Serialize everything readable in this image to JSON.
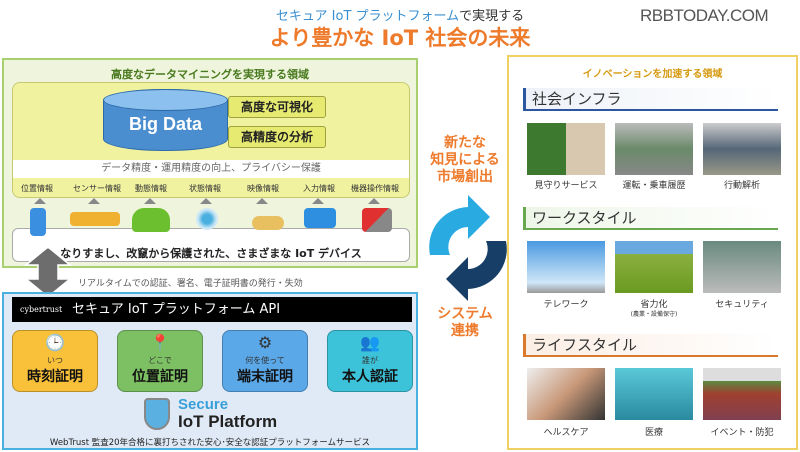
{
  "header": {
    "title_blue": "セキュア IoT プラットフォーム",
    "title_rest": "で実現する",
    "title_main": "より豊かな IoT 社会の未来",
    "site_logo": "RBBTODAY.COM"
  },
  "left_panel": {
    "heading": "高度なデータマイニングを実現する領域",
    "big_data": "Big Data",
    "labels": [
      "高度な可視化",
      "高精度の分析"
    ],
    "band": "データ精度・運用精度の向上、プライバシー保護",
    "info": [
      "位置情報",
      "センサー情報",
      "動態情報",
      "状態情報",
      "映像情報",
      "入力情報",
      "機器操作情報"
    ],
    "devices_text": "なりすまし、改竄から保護された、さまざまな IoT デバイス"
  },
  "realtime_text": "リアルタイムでの認証、署名、電子証明書の発行・失効",
  "platform": {
    "brand": "cybertrust",
    "api_title": "セキュア IoT プラットフォーム API",
    "cards": [
      {
        "sub": "いつ",
        "main": "時刻証明",
        "icon": "clock",
        "color": "#f9c13a"
      },
      {
        "sub": "どこで",
        "main": "位置証明",
        "icon": "map-pin",
        "color": "#7dc063"
      },
      {
        "sub": "何を使って",
        "main": "端末証明",
        "icon": "gear",
        "color": "#5aa8e8"
      },
      {
        "sub": "誰が",
        "main": "本人認証",
        "icon": "people",
        "color": "#3cc3d9"
      }
    ],
    "logo_line1": "Secure",
    "logo_line2": "IoT Platform",
    "footer": "WebTrust 監査20年合格に裏打ちされた安心･安全な認証プラットフォームサービス"
  },
  "center": {
    "top_text": [
      "新たな",
      "知見による",
      "市場創出"
    ],
    "bottom_text": [
      "システム",
      "連携"
    ]
  },
  "right_panel": {
    "heading": "イノベーションを加速する領域",
    "sections": [
      {
        "title": "社会インフラ",
        "color": "#2b56a0",
        "items": [
          {
            "caption": "見守りサービス"
          },
          {
            "caption": "運転・乗車履歴"
          },
          {
            "caption": "行動解析"
          }
        ]
      },
      {
        "title": "ワークスタイル",
        "color": "#6aa84f",
        "items": [
          {
            "caption": "テレワーク"
          },
          {
            "caption": "省力化",
            "sub": "(農業・設備保守)"
          },
          {
            "caption": "セキュリティ"
          }
        ]
      },
      {
        "title": "ライフスタイル",
        "color": "#d9792e",
        "items": [
          {
            "caption": "ヘルスケア"
          },
          {
            "caption": "医療"
          },
          {
            "caption": "イベント・防犯"
          }
        ]
      }
    ]
  }
}
